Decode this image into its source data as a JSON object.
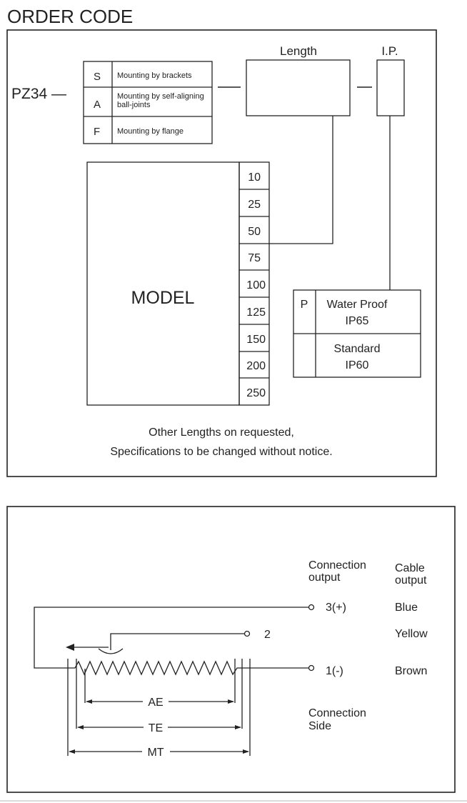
{
  "order_code": {
    "title": "ORDER CODE",
    "prefix": "PZ34 —",
    "mounting_options": [
      {
        "code": "S",
        "label": "Mounting by brackets"
      },
      {
        "code": "A",
        "label_line1": "Mounting by self-aligning",
        "label_line2": "ball-joints"
      },
      {
        "code": "F",
        "label": "Mounting by flange"
      }
    ],
    "length_label": "Length",
    "ip_label": "I.P.",
    "model_label": "MODEL",
    "lengths": [
      "10",
      "25",
      "50",
      "75",
      "100",
      "125",
      "150",
      "200",
      "250"
    ],
    "ip_options": [
      {
        "code": "P",
        "line1": "Water Proof",
        "line2": "IP65"
      },
      {
        "code": "",
        "line1": "Standard",
        "line2": "IP60"
      }
    ],
    "note_line1": "Other Lengths on requested,",
    "note_line2": "Specifications to be changed without notice."
  },
  "wiring": {
    "connection_output_line1": "Connection",
    "connection_output_line2": "output",
    "cable_output_line1": "Cable",
    "cable_output_line2": "output",
    "terminals": [
      {
        "label": "3(+)",
        "color": "Blue"
      },
      {
        "label": "2",
        "color": "Yellow"
      },
      {
        "label": "1(-)",
        "color": "Brown"
      }
    ],
    "dimensions": [
      "AE",
      "TE",
      "MT"
    ],
    "connection_side_line1": "Connection",
    "connection_side_line2": "Side"
  }
}
